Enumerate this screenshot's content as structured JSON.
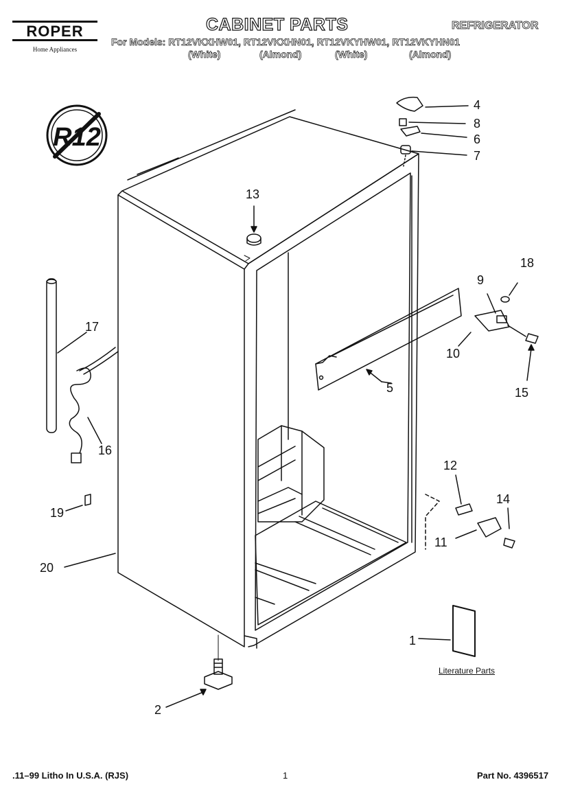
{
  "header": {
    "brand": "ROPER",
    "brand_sub": "Home Appliances",
    "title": "CABINET PARTS",
    "category": "REFRIGERATOR",
    "models_line": "For Models: RT12VKXHW01, RT12VKXHN01, RT12VKYHW01, RT12VKYHN01",
    "variants": [
      "(White)",
      "(Almond)",
      "(White)",
      "(Almond)"
    ]
  },
  "badge": {
    "text": "R12"
  },
  "callouts": {
    "c1": "1",
    "c2": "2",
    "c4": "4",
    "c5": "5",
    "c6": "6",
    "c7": "7",
    "c8": "8",
    "c9": "9",
    "c10": "10",
    "c11": "11",
    "c12": "12",
    "c13": "13",
    "c14": "14",
    "c15": "15",
    "c16": "16",
    "c17": "17",
    "c18": "18",
    "c19": "19",
    "c20": "20"
  },
  "literature_label": "Literature Parts",
  "footer": {
    "left": ".11–99 Litho In U.S.A. (RJS)",
    "page": "1",
    "part_no": "Part No. 4396517"
  }
}
